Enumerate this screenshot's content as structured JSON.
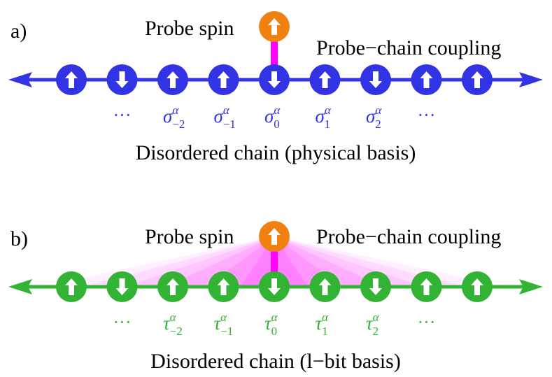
{
  "colors": {
    "chain_a": "#3333e6",
    "chain_b": "#33b333",
    "probe": "#f08010",
    "coupling": "#ff00ff",
    "coupling_fan": "#ff66ff"
  },
  "panels": [
    {
      "letter": "a)",
      "probe_label": "Probe spin",
      "coupling_label": "Probe−chain coupling",
      "caption": "Disordered chain (physical basis)",
      "op_symbol": "σ",
      "superscript": "α",
      "spins": [
        "up",
        "down",
        "up",
        "up",
        "down",
        "up",
        "down",
        "up",
        "up"
      ],
      "probe_spin": "up",
      "labels": [
        "···",
        "−2",
        "−1",
        "0",
        "1",
        "2",
        "···"
      ]
    },
    {
      "letter": "b)",
      "probe_label": "Probe spin",
      "coupling_label": "Probe−chain coupling",
      "caption": "Disordered chain (l−bit basis)",
      "op_symbol": "τ",
      "superscript": "α",
      "spins": [
        "up",
        "down",
        "up",
        "up",
        "down",
        "up",
        "down",
        "up",
        "up"
      ],
      "probe_spin": "up",
      "labels": [
        "···",
        "−2",
        "−1",
        "0",
        "1",
        "2",
        "···"
      ]
    }
  ]
}
